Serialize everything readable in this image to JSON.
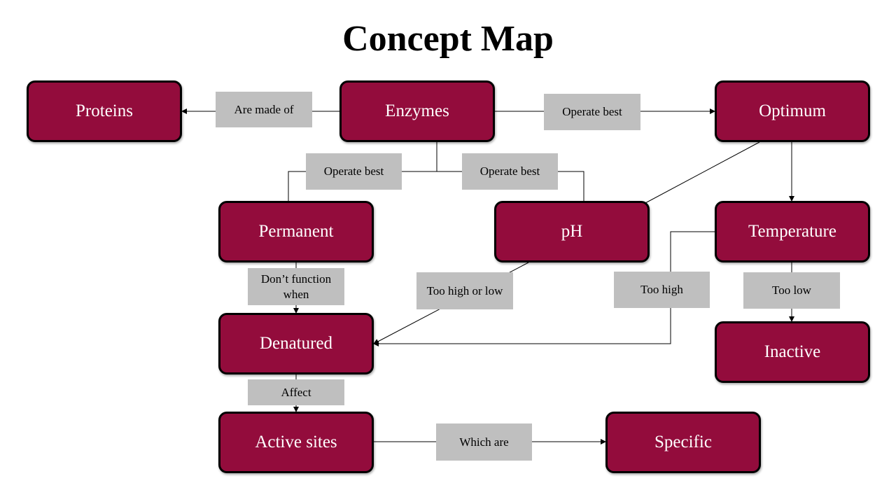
{
  "title": "Concept Map",
  "colors": {
    "node_fill": "#930c3c",
    "node_border": "#000000",
    "label_fill": "#bfbfbf",
    "edge": "#000000"
  },
  "nodes": {
    "enzymes": "Enzymes",
    "proteins": "Proteins",
    "optimum": "Optimum",
    "permanent": "Permanent",
    "ph": "pH",
    "temperature": "Temperature",
    "denatured": "Denatured",
    "inactive": "Inactive",
    "active_sites": "Active sites",
    "specific": "Specific"
  },
  "labels": {
    "are_made_of": "Are made of",
    "operate_best_top": "Operate best",
    "operate_best_left": "Operate best",
    "operate_best_right": "Operate best",
    "dont_function_when": "Don’t function when",
    "too_high_or_low": "Too high or low",
    "too_high": "Too high",
    "too_low": "Too low",
    "affect": "Affect",
    "which_are": "Which are"
  },
  "edges": [
    {
      "from": "enzymes",
      "to": "proteins",
      "label": "are_made_of"
    },
    {
      "from": "enzymes",
      "to": "optimum",
      "label": "operate_best_top"
    },
    {
      "from": "enzymes",
      "to": "permanent",
      "label": "operate_best_left"
    },
    {
      "from": "enzymes",
      "to": "ph",
      "label": "operate_best_right"
    },
    {
      "from": "optimum",
      "to": "ph"
    },
    {
      "from": "optimum",
      "to": "temperature"
    },
    {
      "from": "permanent",
      "to": "denatured",
      "label": "dont_function_when"
    },
    {
      "from": "ph",
      "to": "denatured",
      "label": "too_high_or_low"
    },
    {
      "from": "temperature",
      "to": "denatured",
      "label": "too_high"
    },
    {
      "from": "temperature",
      "to": "inactive",
      "label": "too_low"
    },
    {
      "from": "denatured",
      "to": "active_sites",
      "label": "affect"
    },
    {
      "from": "active_sites",
      "to": "specific",
      "label": "which_are"
    }
  ]
}
